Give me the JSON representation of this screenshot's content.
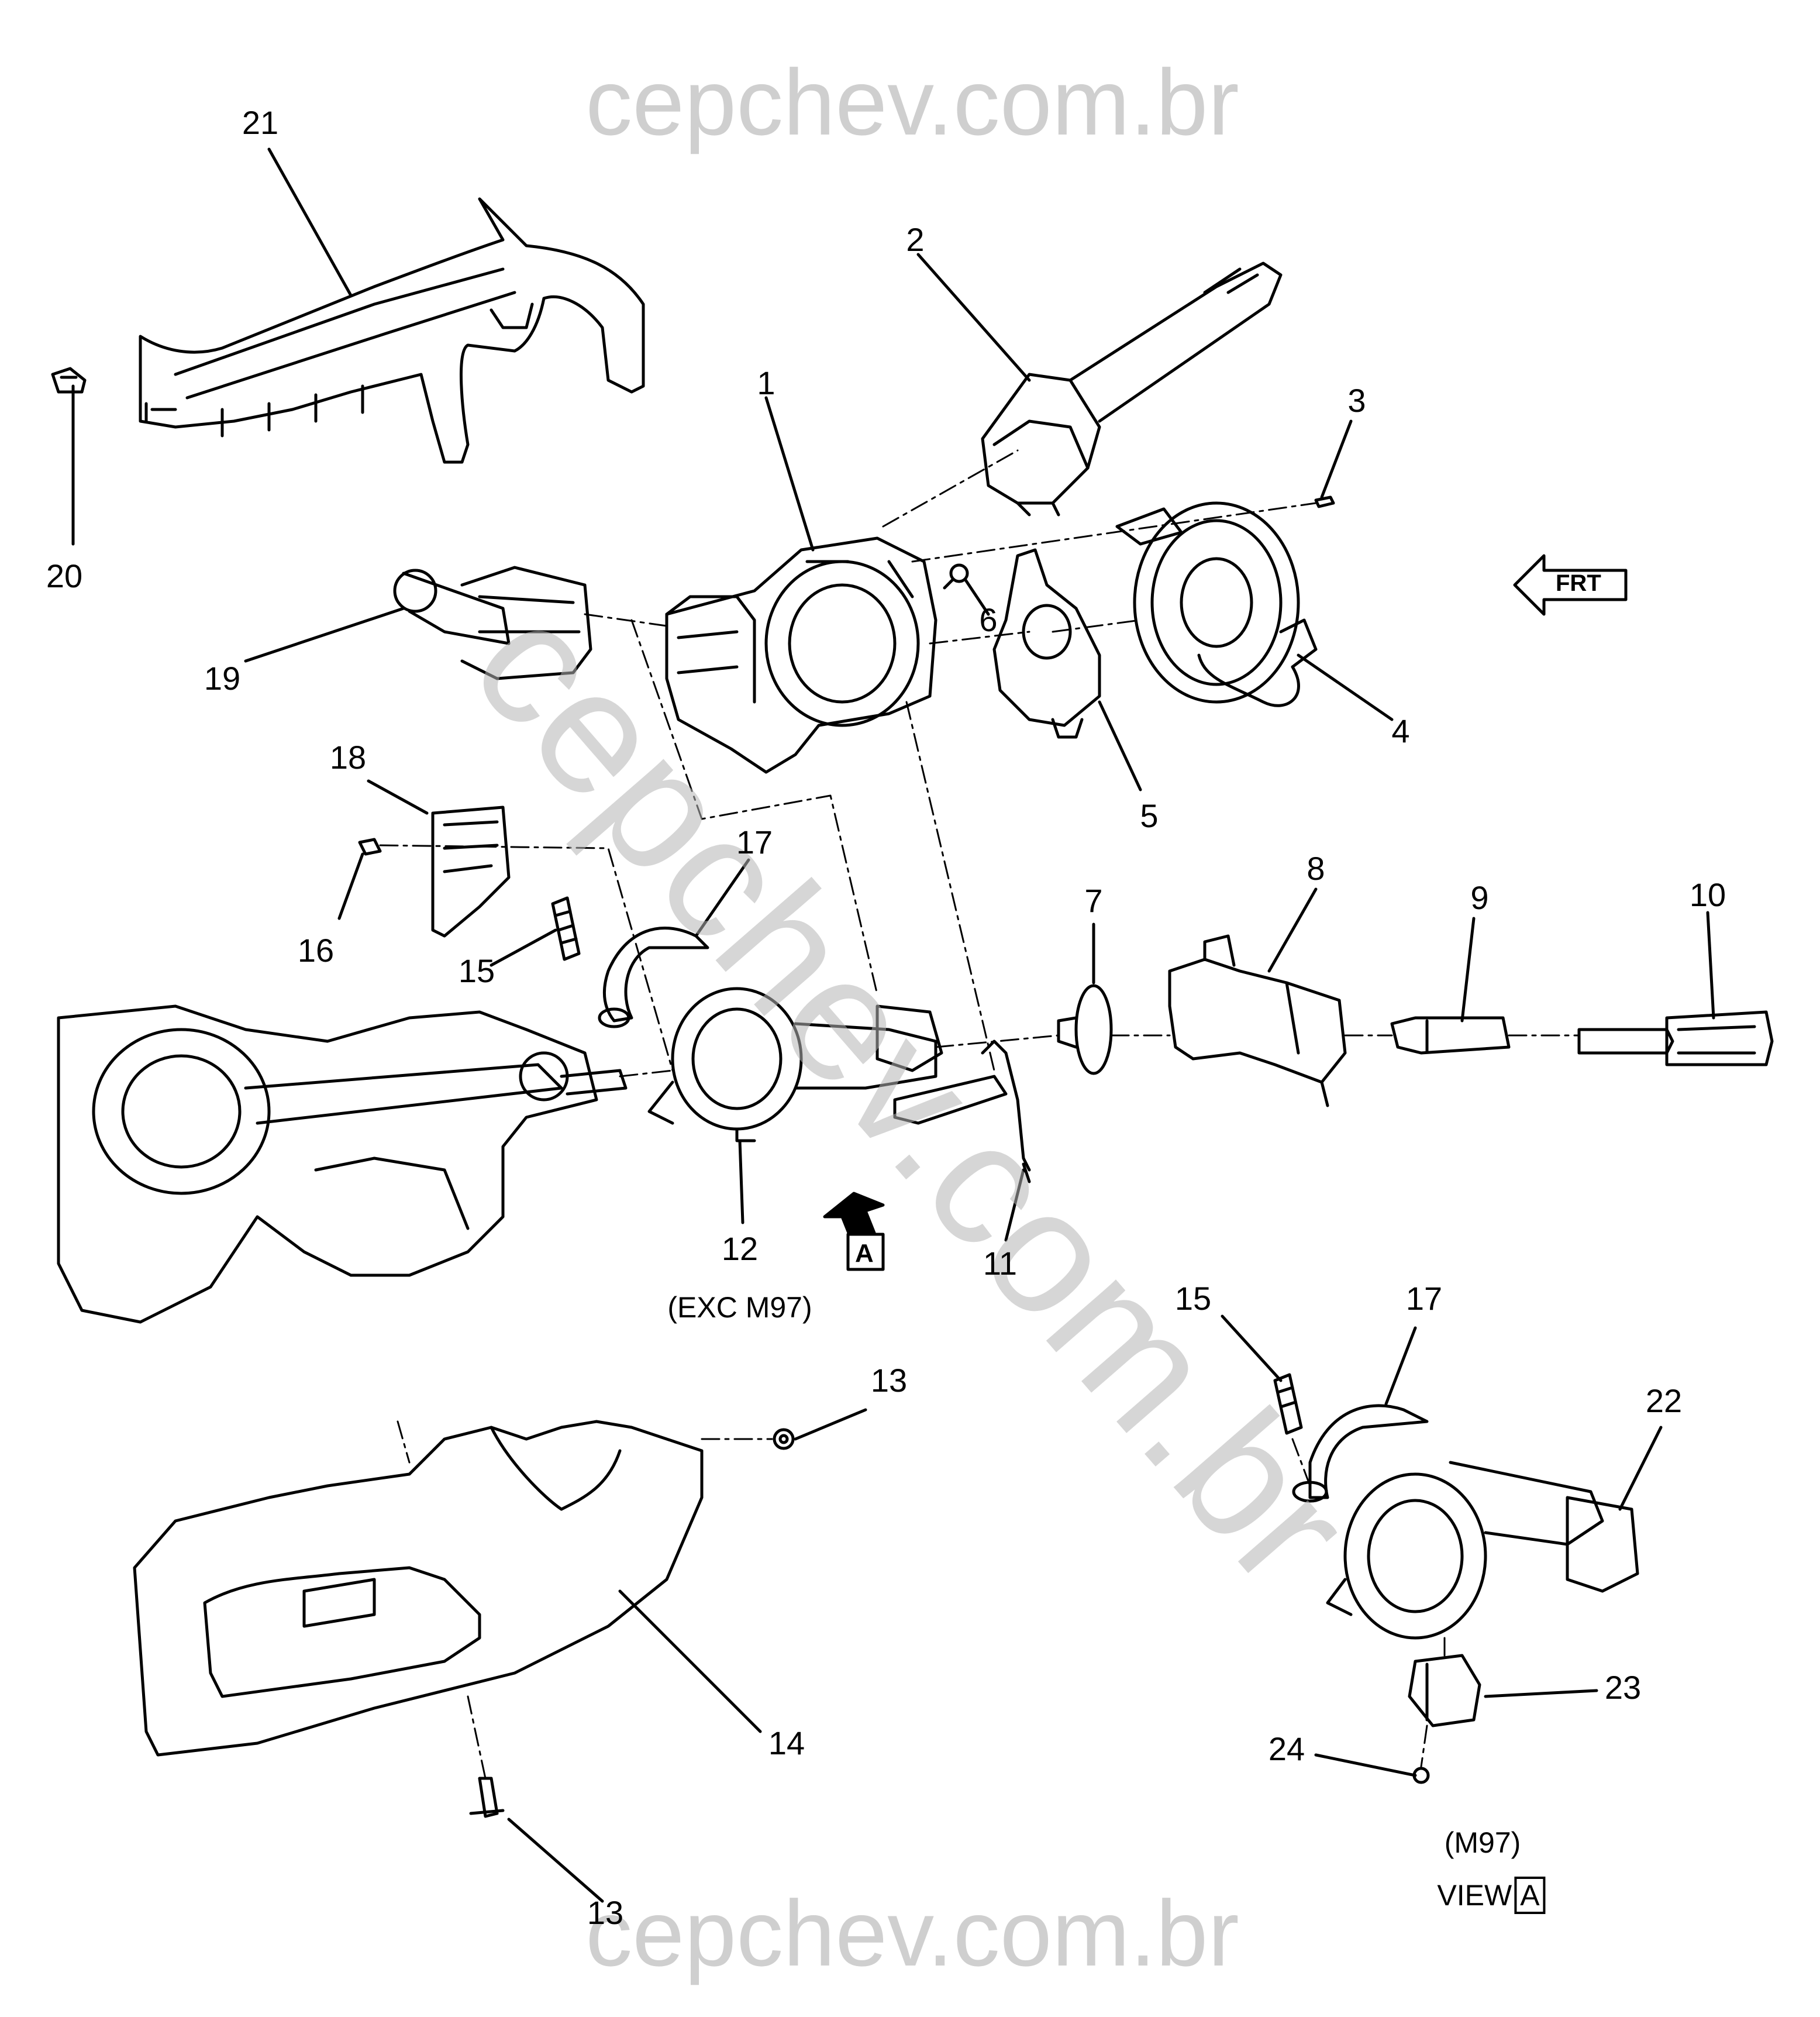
{
  "watermark": {
    "top": "cepchev.com.br",
    "bottom": "cepchev.com.br",
    "diagonal": "cepchev.com.br"
  },
  "callouts": {
    "c1": "1",
    "c2": "2",
    "c3": "3",
    "c4": "4",
    "c5": "5",
    "c6": "6",
    "c7": "7",
    "c8": "8",
    "c9": "9",
    "c10": "10",
    "c11": "11",
    "c12": "12",
    "c13a": "13",
    "c13b": "13",
    "c14": "14",
    "c15a": "15",
    "c15b": "15",
    "c16": "16",
    "c17a": "17",
    "c17b": "17",
    "c18": "18",
    "c19": "19",
    "c20": "20",
    "c21": "21",
    "c22": "22",
    "c23": "23",
    "c24": "24"
  },
  "notes": {
    "exc_m97": "(EXC M97)",
    "m97": "(M97)",
    "view": "VIEW",
    "view_letter": "A",
    "arrow_letter": "A",
    "frt": "FRT"
  },
  "colors": {
    "line": "#000000",
    "watermark": "#cfcfcf"
  }
}
